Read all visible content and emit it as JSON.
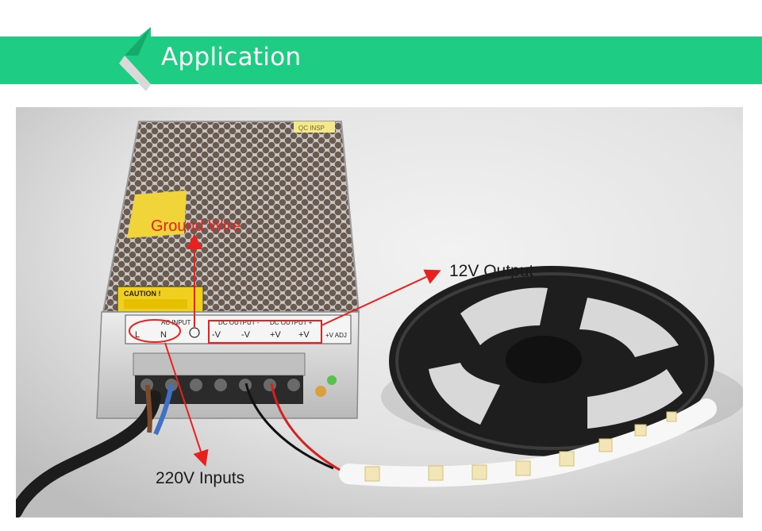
{
  "banner": {
    "title": "Application",
    "color": "#1fcc83"
  },
  "annotations": {
    "ground_wire": "Ground Wire",
    "output": "12V Output",
    "inputs": "220V Inputs",
    "arrow_color": "#e8211f"
  },
  "device": {
    "caution_label": "CAUTION !",
    "ac_input_label": "AC INPUT",
    "dc_output_neg_label": "DC OUTPUT -",
    "dc_output_pos_label": "DC OUTPUT +",
    "terminal_l": "L",
    "terminal_n": "N",
    "terminal_minus_v": "-V",
    "terminal_plus_v": "+V",
    "adj_label": "+V ADJ",
    "qc_label": "QC INSP"
  }
}
